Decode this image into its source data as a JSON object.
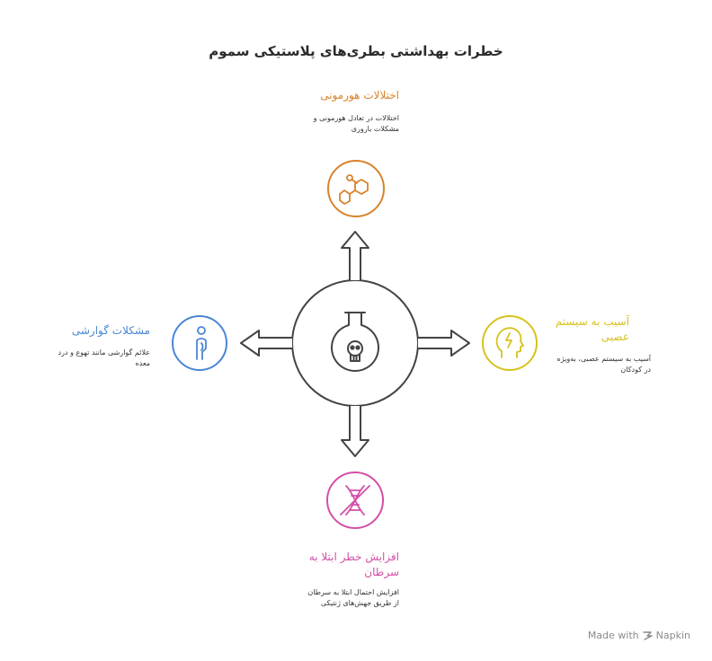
{
  "title": "خطرات بهداشتی بطری‌های پلاستیکی سموم",
  "colors": {
    "hormonal": "#D9822B",
    "nervous": "#D8C21C",
    "digestive": "#4A86D6",
    "cancer": "#D44FA6",
    "center": "#444444"
  },
  "items": {
    "hormonal": {
      "heading": "اختلالات هورمونی",
      "desc_line1": "اختلالات در تعادل هورمونی و",
      "desc_line2": "مشکلات باروری",
      "icon": "molecule-icon"
    },
    "nervous": {
      "heading_line1": "آسیب به سیستم",
      "heading_line2": "عصبی",
      "desc_line1": "آسیب به سیستم عصبی، به‌ویژه",
      "desc_line2": "در کودکان",
      "icon": "head-lightning-icon"
    },
    "digestive": {
      "heading": "مشکلات گوارشی",
      "desc_line1": "علائم گوارشی مانند تهوع و درد",
      "desc_line2": "معده",
      "icon": "person-stomach-icon"
    },
    "cancer": {
      "heading_line1": "افزایش خطر ابتلا به",
      "heading_line2": "سرطان",
      "desc_line1": "افزایش احتمال ابتلا به سرطان",
      "desc_line2": "از طریق جهش‌های ژنتیکی",
      "icon": "dna-crossed-icon"
    }
  },
  "center": {
    "icon": "poison-bottle-icon"
  },
  "footer": {
    "made_with": "Made with",
    "brand": "Napkin"
  }
}
